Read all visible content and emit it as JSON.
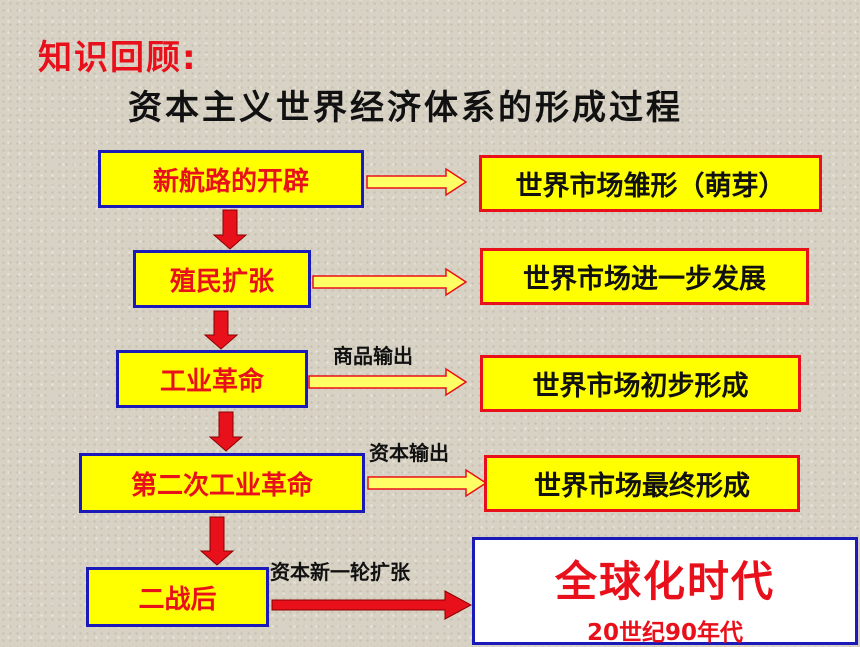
{
  "heading": "知识回顾:",
  "subtitle": "资本主义世界经济体系的形成过程",
  "stages": [
    {
      "label": "新航路的开辟",
      "result": "世界市场雏形（萌芽）",
      "via": ""
    },
    {
      "label": "殖民扩张",
      "result": "世界市场进一步发展",
      "via": ""
    },
    {
      "label": "工业革命",
      "result": "世界市场初步形成",
      "via": "商品输出"
    },
    {
      "label": "第二次工业革命",
      "result": "世界市场最终形成",
      "via": "资本输出"
    },
    {
      "label": "二战后",
      "result": "",
      "via": "资本新一轮扩张"
    }
  ],
  "final": {
    "title": "全球化时代",
    "subtitle": "20世纪90年代"
  },
  "colors": {
    "stage_fill": "#ffff00",
    "stage_border": "#1a1ab8",
    "result_border": "#e8101a",
    "text_red": "#e8101a",
    "arrow_red": "#e8101a"
  }
}
